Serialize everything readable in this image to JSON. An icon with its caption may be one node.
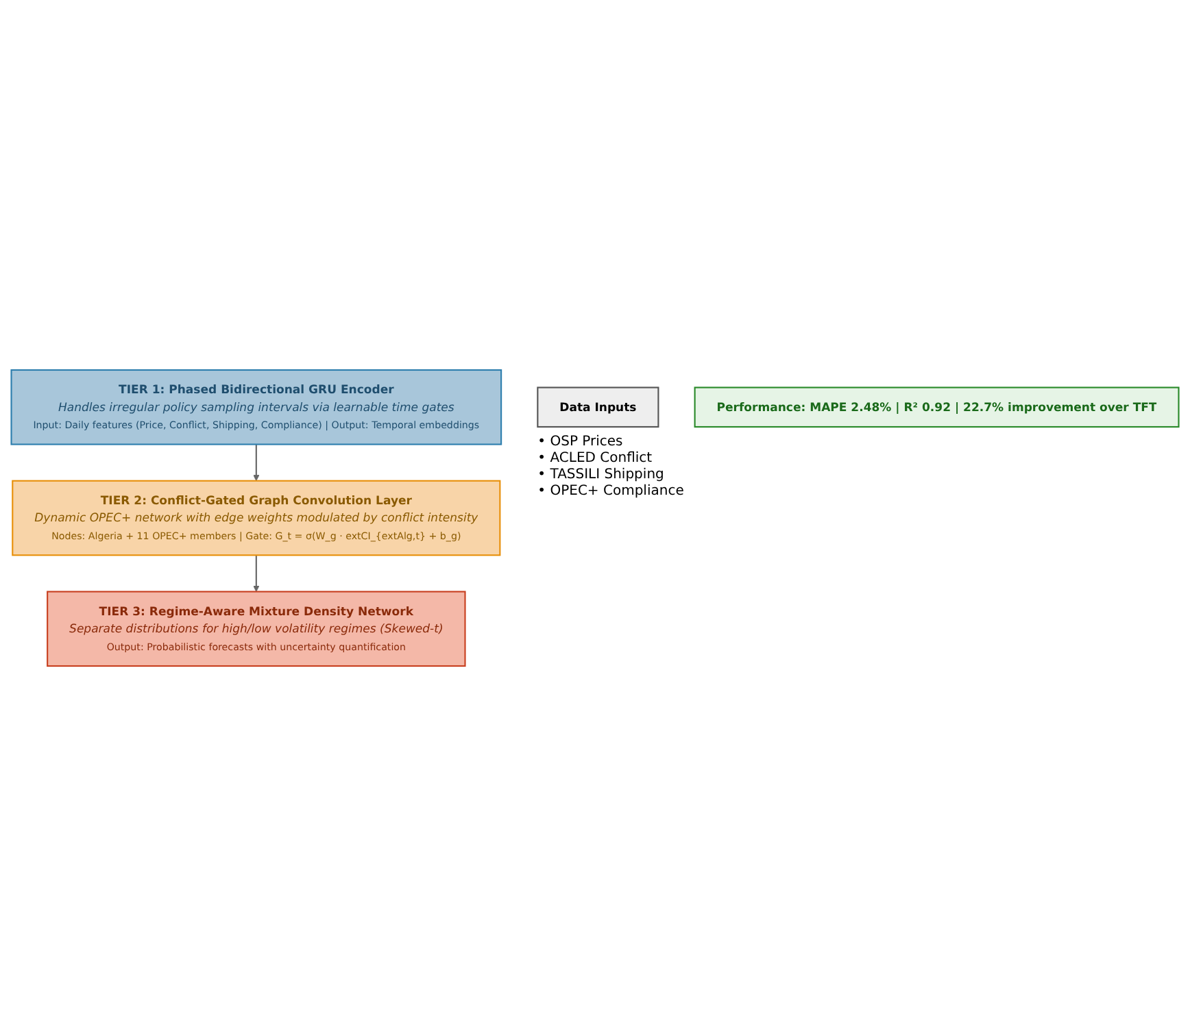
{
  "diagram": {
    "nodes": [
      {
        "text": [
          "TIER 1: Phased Bidirectional GRU Encoder",
          "Handles irregular policy sampling intervals via learnable time gates",
          "Input: Daily features (Price, Conflict, Shipping, Compliance) | Output: Temporal embeddings"
        ]
      },
      {
        "text": [
          "Data Inputs"
        ],
        "beside": [
          "• OSP Prices",
          "• ACLED Conflict",
          "• TASSILI Shipping",
          "• OPEC+ Compliance"
        ]
      },
      {
        "text": [
          "TIER 2: Conflict-Gated Graph Convolution Layer",
          "Dynamic OPEC+ network with edge weights modulated by conflict intensity",
          "Nodes: Algeria + 11 OPEC+ members | Gate: G_t = σ(W_g · extCI_{extAlg,t} + b_g)"
        ]
      },
      {
        "text": [
          "TIER 3: Regime-Aware Mixture Density Network",
          "Separate distributions for high/low volatility regimes (Skewed-t)",
          "Output: Probabilistic forecasts with uncertainty quantification"
        ]
      },
      {
        "text": [
          "Performance: MAPE 2.48% | R² 0.92 | 22.7% improvement over TFT"
        ]
      }
    ],
    "edges": [
      {
        "from": 0,
        "to": 2,
        "arrow": "to"
      },
      {
        "from": 2,
        "to": 3,
        "arrow": "to"
      }
    ]
  }
}
